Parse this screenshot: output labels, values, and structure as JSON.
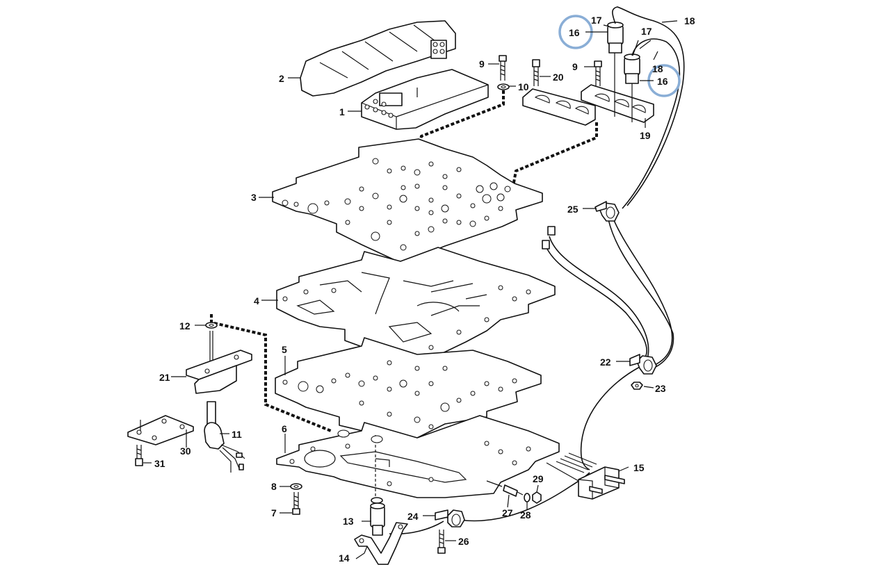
{
  "diagram": {
    "highlight_color": "#8aaed6",
    "callouts": [
      {
        "id": "c1",
        "label": "1"
      },
      {
        "id": "c2",
        "label": "2"
      },
      {
        "id": "c3",
        "label": "3"
      },
      {
        "id": "c4",
        "label": "4"
      },
      {
        "id": "c5",
        "label": "5"
      },
      {
        "id": "c6",
        "label": "6"
      },
      {
        "id": "c7",
        "label": "7"
      },
      {
        "id": "c8",
        "label": "8"
      },
      {
        "id": "c9a",
        "label": "9"
      },
      {
        "id": "c9b",
        "label": "9"
      },
      {
        "id": "c10",
        "label": "10"
      },
      {
        "id": "c11",
        "label": "11"
      },
      {
        "id": "c12",
        "label": "12"
      },
      {
        "id": "c13",
        "label": "13"
      },
      {
        "id": "c14",
        "label": "14"
      },
      {
        "id": "c15",
        "label": "15"
      },
      {
        "id": "c16a",
        "label": "16"
      },
      {
        "id": "c16b",
        "label": "16"
      },
      {
        "id": "c17a",
        "label": "17"
      },
      {
        "id": "c17b",
        "label": "17"
      },
      {
        "id": "c18a",
        "label": "18"
      },
      {
        "id": "c18b",
        "label": "18"
      },
      {
        "id": "c19",
        "label": "19"
      },
      {
        "id": "c20",
        "label": "20"
      },
      {
        "id": "c21",
        "label": "21"
      },
      {
        "id": "c22",
        "label": "22"
      },
      {
        "id": "c23",
        "label": "23"
      },
      {
        "id": "c24",
        "label": "24"
      },
      {
        "id": "c25",
        "label": "25"
      },
      {
        "id": "c26",
        "label": "26"
      },
      {
        "id": "c27",
        "label": "27"
      },
      {
        "id": "c28",
        "label": "28"
      },
      {
        "id": "c29",
        "label": "29"
      },
      {
        "id": "c30",
        "label": "30"
      },
      {
        "id": "c31",
        "label": "31"
      }
    ]
  }
}
